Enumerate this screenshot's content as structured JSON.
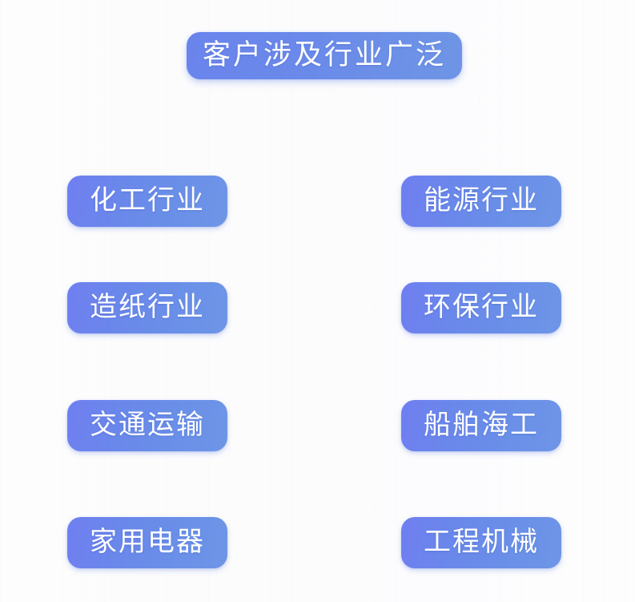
{
  "page": {
    "background_color": "#fdfdfd",
    "pill_color_start": "#6f7ff0",
    "pill_color_end": "#6e95e6",
    "pill_text_color": "#ffffff"
  },
  "header": {
    "title": "客户涉及行业广泛"
  },
  "industries": {
    "left_column": [
      {
        "label": "化工行业"
      },
      {
        "label": "造纸行业"
      },
      {
        "label": "交通运输"
      },
      {
        "label": "家用电器"
      }
    ],
    "right_column": [
      {
        "label": "能源行业"
      },
      {
        "label": "环保行业"
      },
      {
        "label": "船舶海工"
      },
      {
        "label": "工程机械"
      }
    ]
  }
}
